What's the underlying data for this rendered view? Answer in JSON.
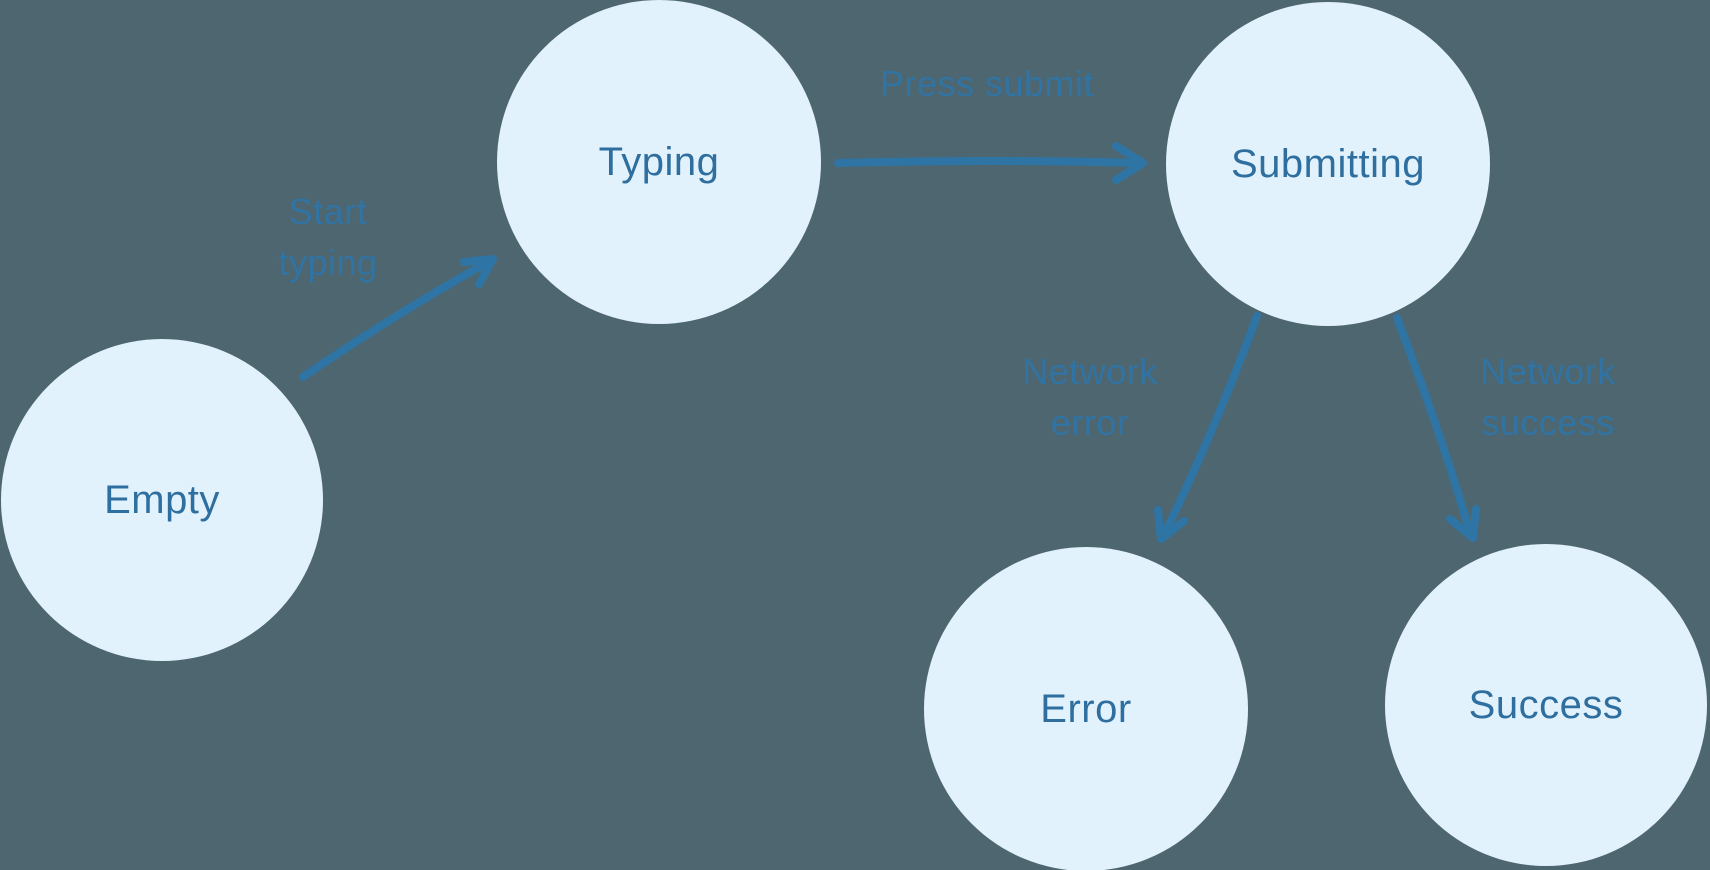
{
  "diagram": {
    "type": "state-machine",
    "title": "",
    "nodes": [
      {
        "id": "empty",
        "label": "Empty"
      },
      {
        "id": "typing",
        "label": "Typing"
      },
      {
        "id": "submitting",
        "label": "Submitting"
      },
      {
        "id": "error",
        "label": "Error"
      },
      {
        "id": "success",
        "label": "Success"
      }
    ],
    "edges": [
      {
        "from": "empty",
        "to": "typing",
        "label": "Start typing",
        "lines": [
          "Start",
          "typing"
        ]
      },
      {
        "from": "typing",
        "to": "submitting",
        "label": "Press submit",
        "lines": [
          "Press submit"
        ]
      },
      {
        "from": "submitting",
        "to": "error",
        "label": "Network error",
        "lines": [
          "Network",
          "error"
        ]
      },
      {
        "from": "submitting",
        "to": "success",
        "label": "Network success",
        "lines": [
          "Network",
          "success"
        ]
      }
    ],
    "colors": {
      "background": "#4D6670",
      "node_fill": "#E2F2FC",
      "node_text": "#2F6F9F",
      "edge_stroke": "#2E75A6",
      "edge_label_text": "#3173A3"
    }
  }
}
